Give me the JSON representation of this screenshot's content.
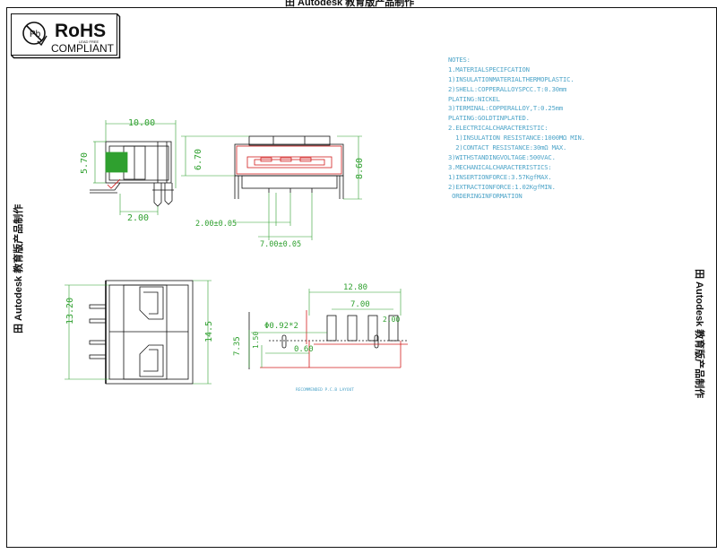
{
  "watermark": "田 Autodesk 教育版产品制作",
  "rohs": {
    "mark": "RoHS",
    "compliant": "COMPLIANT",
    "lead_free": "LEAD FREE",
    "symbol": "Pb"
  },
  "notes": [
    "NOTES:",
    "1.MATERIALSPECIFCATION",
    "1)INSULATIONMATERIALTHERMOPLASTIC.",
    "2)SHELL:COPPERALLOYSPCC.T:0.30mm",
    "PLATING:NICKEL",
    "3)TERMINAL:COPPERALLOY,T:0.25mm",
    "PLATING:GOLDTINPLATED.",
    "2.ELECTRICALCHARACTERISTIC:",
    "  1)INSULATION RESISTANCE:1000MΩ MIN.",
    "  2)CONTACT RESISTANCE:30mΩ MAX.",
    "3)WITHSTANDINGVOLTAGE:500VAC.",
    "3.MECHANICALCHARACTERISTICS:",
    "1)INSERTIONFORCE:3.57KgfMAX.",
    "2)EXTRACTIONFORCE:1.02KgfMIN.",
    " ORDERINGINFORMATION"
  ],
  "dimensions": {
    "side_width": "10.00",
    "side_height": "5.70",
    "side_tail": "2.00",
    "front_height_right": "6.70",
    "front_height_full": "8.60",
    "pitch_2": "2.00±0.05",
    "pitch_7": "7.00±0.05",
    "top_height_left": "13.20",
    "top_height_right": "14.5",
    "pcb_width": "12.80",
    "pcb_pin_span": "7.00",
    "pcb_hole": "Φ0.92*2",
    "pcb_pitch": "2.00",
    "pcb_depth": "7.35",
    "pcb_offset": "1.50",
    "pcb_slot": "0.60"
  },
  "caption": "RECOMMENDED P.C.B LAYOUT",
  "colors": {
    "outline": "#111111",
    "dimension": "#2fa02f",
    "notes": "#4fa5c9",
    "pcb": "#d21e1e"
  }
}
